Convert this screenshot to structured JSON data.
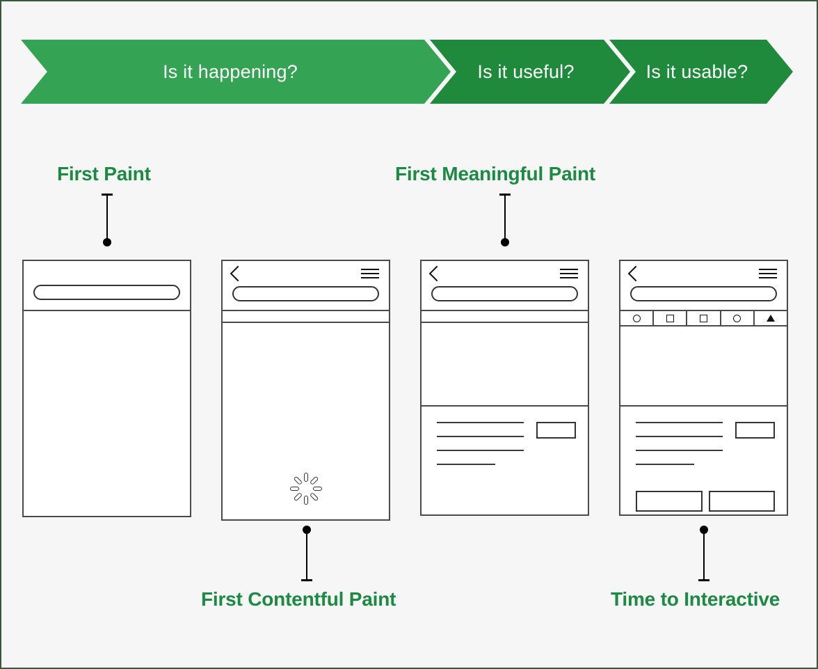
{
  "diagram": {
    "title": "Web performance metrics timeline",
    "background_color": "#f5f6f5",
    "border_color": "#39563f",
    "accent_green": "#1d8a43",
    "banner_light_green": "#34a353",
    "banner_dark_green": "#1f8a3b"
  },
  "banner": {
    "segments": [
      {
        "label": "Is it happening?",
        "color": "#34a353"
      },
      {
        "label": "Is it useful?",
        "color": "#1f8a3b"
      },
      {
        "label": "Is it usable?",
        "color": "#1f8a3b"
      }
    ]
  },
  "metrics": [
    {
      "id": "fp",
      "label": "First Paint",
      "position": "above",
      "phase": "Is it happening?"
    },
    {
      "id": "fcp",
      "label": "First Contentful Paint",
      "position": "below",
      "phase": "Is it happening?"
    },
    {
      "id": "fmp",
      "label": "First Meaningful Paint",
      "position": "above",
      "phase": "Is it useful?"
    },
    {
      "id": "tti",
      "label": "Time to Interactive",
      "position": "below",
      "phase": "Is it usable?"
    }
  ],
  "phones": [
    {
      "id": "phone-first-paint",
      "metric": "First Paint",
      "header": {
        "has_back": false,
        "has_menu": false,
        "has_url_bar": true
      },
      "has_band": false,
      "has_tabbar": false,
      "has_spinner": false,
      "has_content": false,
      "has_buttons": false
    },
    {
      "id": "phone-first-contentful-paint",
      "metric": "First Contentful Paint",
      "header": {
        "has_back": true,
        "has_menu": true,
        "has_url_bar": true
      },
      "has_band": true,
      "has_tabbar": false,
      "has_spinner": true,
      "has_content": false,
      "has_buttons": false
    },
    {
      "id": "phone-first-meaningful-paint",
      "metric": "First Meaningful Paint",
      "header": {
        "has_back": true,
        "has_menu": true,
        "has_url_bar": true
      },
      "has_band": true,
      "has_tabbar": false,
      "has_spinner": false,
      "has_content": true,
      "has_buttons": false
    },
    {
      "id": "phone-time-to-interactive",
      "metric": "Time to Interactive",
      "header": {
        "has_back": true,
        "has_menu": true,
        "has_url_bar": true
      },
      "has_band": false,
      "has_tabbar": true,
      "has_spinner": false,
      "has_content": true,
      "has_buttons": true
    }
  ],
  "tabbar_icons": [
    "circle-icon",
    "square-icon",
    "square-icon",
    "circle-icon",
    "triangle-icon"
  ],
  "content_lines": [
    "long",
    "long",
    "long",
    "short"
  ],
  "icons": {
    "back": "chevron-left-icon",
    "menu": "hamburger-menu-icon",
    "url": "url-pill",
    "spinner": "loading-spinner-icon"
  }
}
